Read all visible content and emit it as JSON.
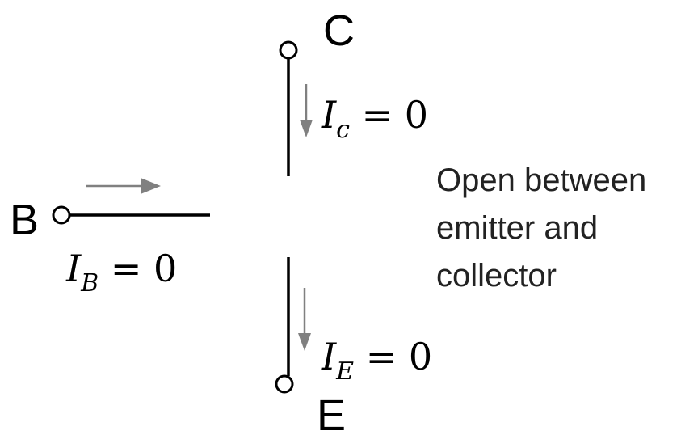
{
  "terminals": {
    "collector": "C",
    "base": "B",
    "emitter": "E"
  },
  "currents": {
    "collector": {
      "symbol": "I",
      "subscript": "c",
      "rest": " = 0"
    },
    "base": {
      "symbol": "I",
      "subscript": "B",
      "rest": " = 0"
    },
    "emitter": {
      "symbol": "I",
      "subscript": "E",
      "rest": " = 0"
    }
  },
  "note": {
    "lines": [
      "Open between",
      "emitter and",
      "collector"
    ]
  },
  "colors": {
    "wire": "#000000",
    "arrow": "#808080",
    "text": "#000000"
  }
}
